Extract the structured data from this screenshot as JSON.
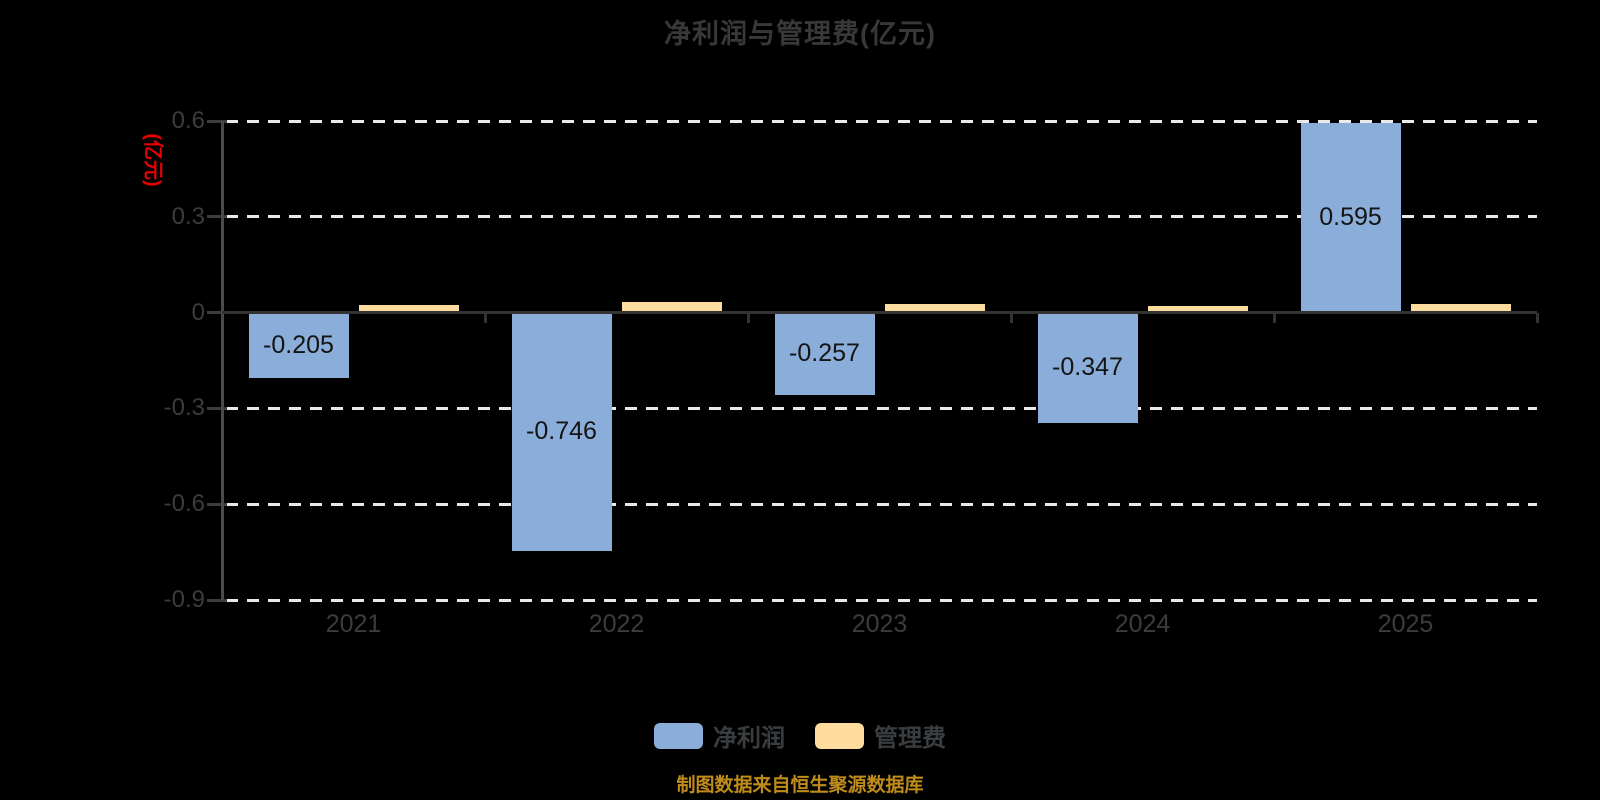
{
  "title": "净利润与管理费(亿元)",
  "y_axis_unit": "(亿元)",
  "footer": "制图数据来自恒生聚源数据库",
  "legend": [
    {
      "label": "净利润",
      "color_key": "net_profit_bar"
    },
    {
      "label": "管理费",
      "color_key": "management_fee_bar"
    }
  ],
  "colors": {
    "background": "#000000",
    "net_profit_bar": "#8BADDA",
    "management_fee_bar": "#FEDC9D",
    "gridline": "#E9E9E9",
    "zero_line": "#333333",
    "spine": "#4A4A4A",
    "tick_mark": "#3D3D3D",
    "axis_text": "#3A3D40",
    "title_text": "#383838",
    "bar_label_text": "#141414",
    "y_unit_text": "#E60000",
    "footer_text": "#BF8C1A"
  },
  "chart_data": {
    "type": "bar",
    "title": "净利润与管理费(亿元)",
    "categories": [
      "2021",
      "2022",
      "2023",
      "2024",
      "2025"
    ],
    "series": [
      {
        "name": "净利润",
        "values": [
          -0.205,
          -0.746,
          -0.257,
          -0.347,
          0.595
        ],
        "data_labels": [
          "-0.205",
          "-0.746",
          "-0.257",
          "-0.347",
          "0.595"
        ]
      },
      {
        "name": "管理费",
        "values": [
          0.025,
          0.034,
          0.028,
          0.022,
          0.028
        ],
        "data_labels": null
      }
    ],
    "ylabel": "(亿元)",
    "ylim": [
      -0.9,
      0.6
    ],
    "y_ticks": [
      0.6,
      0.3,
      0,
      -0.3,
      -0.6,
      -0.9
    ],
    "y_tick_labels": [
      "0.6",
      "0.3",
      "0",
      "-0.3",
      "-0.6",
      "-0.9"
    ],
    "grid": "horizontal dashed",
    "legend_position": "bottom"
  }
}
